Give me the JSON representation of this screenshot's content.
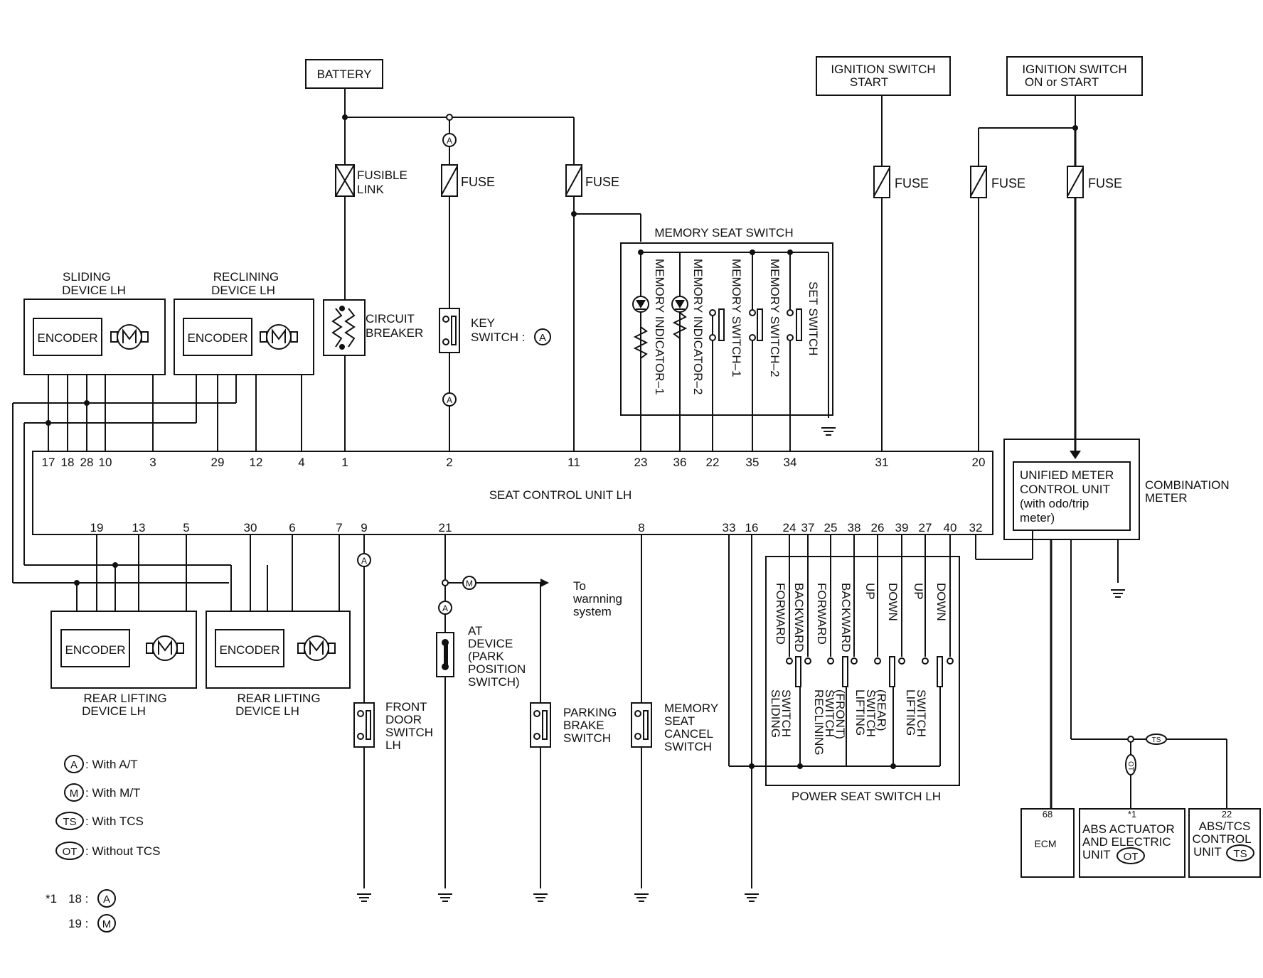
{
  "title": "SEAT CONTROL UNIT LH",
  "sources": {
    "battery": "BATTERY",
    "ign_start": [
      "IGNITION SWITCH",
      "START"
    ],
    "ign_on": [
      "IGNITION SWITCH",
      "ON or START"
    ]
  },
  "protection": {
    "fusible_link": [
      "FUSIBLE",
      "LINK"
    ],
    "fuse": "FUSE",
    "circuit_breaker": [
      "CIRCUIT",
      "BREAKER"
    ]
  },
  "devices": {
    "sliding": [
      "SLIDING",
      "DEVICE LH"
    ],
    "reclining": [
      "RECLINING",
      "DEVICE LH"
    ],
    "rear_lift_1": [
      "REAR LIFTING",
      "DEVICE LH"
    ],
    "rear_lift_2": [
      "REAR LIFTING",
      "DEVICE LH"
    ],
    "encoder": "ENCODER",
    "motor_symbol": "M"
  },
  "memory_seat_switch": {
    "title": "MEMORY SEAT SWITCH",
    "items": [
      "MEMORY INDICATOR–1",
      "MEMORY INDICATOR–2",
      "MEMORY SWITCH–1",
      "MEMORY SWITCH–2",
      "SET SWITCH"
    ]
  },
  "key_switch": [
    "KEY",
    "SWITCH :"
  ],
  "pins_top": [
    "17",
    "18",
    "28",
    "10",
    "3",
    "29",
    "12",
    "4",
    "1",
    "2",
    "11",
    "23",
    "36",
    "22",
    "35",
    "34",
    "31",
    "20"
  ],
  "pins_bottom": [
    "19",
    "13",
    "5",
    "30",
    "6",
    "7",
    "9",
    "21",
    "8",
    "33",
    "16",
    "24",
    "37",
    "25",
    "38",
    "26",
    "39",
    "27",
    "40",
    "32"
  ],
  "combination_meter": {
    "title": [
      "COMBINATION",
      "METER"
    ],
    "inner": [
      "UNIFIED METER",
      "CONTROL UNIT",
      "(with odo/trip",
      "meter)"
    ]
  },
  "bottom_switches": {
    "front_door": [
      "FRONT",
      "DOOR",
      "SWITCH",
      "LH"
    ],
    "at_device": [
      "AT",
      "DEVICE",
      "(PARK",
      "POSITION",
      "SWITCH)"
    ],
    "warning": [
      "To",
      "warnning",
      "system"
    ],
    "parking_brake": [
      "PARKING",
      "BRAKE",
      "SWITCH"
    ],
    "memory_cancel": [
      "MEMORY",
      "SEAT",
      "CANCEL",
      "SWITCH"
    ]
  },
  "power_seat_switch": {
    "title": "POWER SEAT SWITCH LH",
    "directions": [
      "FORWARD",
      "BACKWARD",
      "FORWARD",
      "BACKWARD",
      "UP",
      "DOWN",
      "UP",
      "DOWN"
    ],
    "groups": [
      [
        "SLIDING",
        "SWITCH"
      ],
      [
        "RECLINING",
        "SWITCH",
        "(FRONT)"
      ],
      [
        "LIFTING",
        "SWITCH",
        "(REAR)"
      ],
      [
        "LIFTING",
        "SWITCH"
      ]
    ]
  },
  "right_units": {
    "ecm_pin": "68",
    "ecm": "ECM",
    "abs_pin": "*1",
    "abs": [
      "ABS ACTUATOR",
      "AND ELECTRIC",
      "UNIT"
    ],
    "tcs_pin": "22",
    "tcs": [
      "ABS/TCS",
      "CONTROL",
      "UNIT"
    ]
  },
  "marks": {
    "A": "A",
    "M": "M",
    "TS": "TS",
    "OT": "OT"
  },
  "legend": [
    {
      "mark": "A",
      "text": ": With A/T"
    },
    {
      "mark": "M",
      "text": ": With M/T"
    },
    {
      "mark": "TS",
      "text": ": With TCS"
    },
    {
      "mark": "OT",
      "text": ": Without TCS"
    }
  ],
  "footnote": {
    "ref": "*1",
    "line1": "18 :",
    "mark1": "A",
    "line2": "19 :",
    "mark2": "M"
  }
}
